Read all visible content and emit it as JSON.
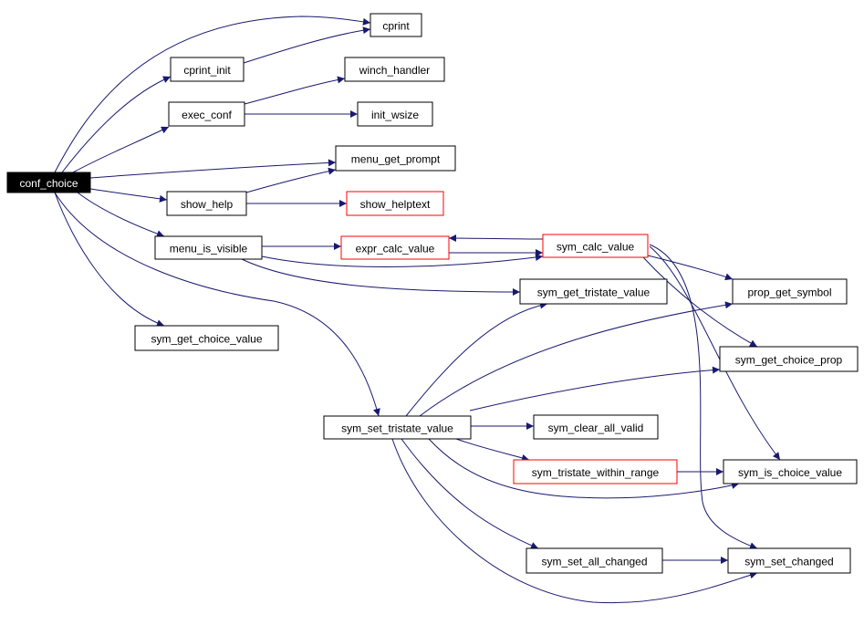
{
  "graph": {
    "edge_color": "#191970",
    "node_border_color": "#000000",
    "truncated_node_border_color": "#ff0000",
    "root_fill_color": "#000000",
    "root_text_color": "#ffffff",
    "nodes": [
      {
        "id": "conf_choice",
        "label": "conf_choice",
        "style": "root"
      },
      {
        "id": "cprint",
        "label": "cprint",
        "style": "normal"
      },
      {
        "id": "cprint_init",
        "label": "cprint_init",
        "style": "normal"
      },
      {
        "id": "winch_handler",
        "label": "winch_handler",
        "style": "normal"
      },
      {
        "id": "exec_conf",
        "label": "exec_conf",
        "style": "normal"
      },
      {
        "id": "init_wsize",
        "label": "init_wsize",
        "style": "normal"
      },
      {
        "id": "menu_get_prompt",
        "label": "menu_get_prompt",
        "style": "normal"
      },
      {
        "id": "show_help",
        "label": "show_help",
        "style": "normal"
      },
      {
        "id": "show_helptext",
        "label": "show_helptext",
        "style": "truncated"
      },
      {
        "id": "menu_is_visible",
        "label": "menu_is_visible",
        "style": "normal"
      },
      {
        "id": "expr_calc_value",
        "label": "expr_calc_value",
        "style": "truncated"
      },
      {
        "id": "sym_calc_value",
        "label": "sym_calc_value",
        "style": "truncated"
      },
      {
        "id": "sym_get_tristate_value",
        "label": "sym_get_tristate_value",
        "style": "normal"
      },
      {
        "id": "prop_get_symbol",
        "label": "prop_get_symbol",
        "style": "normal"
      },
      {
        "id": "sym_get_choice_value",
        "label": "sym_get_choice_value",
        "style": "normal"
      },
      {
        "id": "sym_get_choice_prop",
        "label": "sym_get_choice_prop",
        "style": "normal"
      },
      {
        "id": "sym_set_tristate_value",
        "label": "sym_set_tristate_value",
        "style": "normal"
      },
      {
        "id": "sym_clear_all_valid",
        "label": "sym_clear_all_valid",
        "style": "normal"
      },
      {
        "id": "sym_tristate_within_range",
        "label": "sym_tristate_within_range",
        "style": "truncated"
      },
      {
        "id": "sym_is_choice_value",
        "label": "sym_is_choice_value",
        "style": "normal"
      },
      {
        "id": "sym_set_all_changed",
        "label": "sym_set_all_changed",
        "style": "normal"
      },
      {
        "id": "sym_set_changed",
        "label": "sym_set_changed",
        "style": "normal"
      }
    ],
    "edges": [
      {
        "from": "conf_choice",
        "to": "cprint"
      },
      {
        "from": "conf_choice",
        "to": "cprint_init"
      },
      {
        "from": "cprint_init",
        "to": "cprint"
      },
      {
        "from": "conf_choice",
        "to": "exec_conf"
      },
      {
        "from": "exec_conf",
        "to": "winch_handler"
      },
      {
        "from": "exec_conf",
        "to": "init_wsize"
      },
      {
        "from": "conf_choice",
        "to": "menu_get_prompt"
      },
      {
        "from": "conf_choice",
        "to": "show_help"
      },
      {
        "from": "show_help",
        "to": "menu_get_prompt"
      },
      {
        "from": "show_help",
        "to": "show_helptext"
      },
      {
        "from": "conf_choice",
        "to": "menu_is_visible"
      },
      {
        "from": "menu_is_visible",
        "to": "expr_calc_value"
      },
      {
        "from": "menu_is_visible",
        "to": "sym_calc_value"
      },
      {
        "from": "menu_is_visible",
        "to": "sym_get_tristate_value"
      },
      {
        "from": "expr_calc_value",
        "to": "sym_calc_value"
      },
      {
        "from": "sym_calc_value",
        "to": "expr_calc_value"
      },
      {
        "from": "sym_calc_value",
        "to": "prop_get_symbol"
      },
      {
        "from": "sym_calc_value",
        "to": "sym_get_choice_prop"
      },
      {
        "from": "sym_calc_value",
        "to": "sym_is_choice_value"
      },
      {
        "from": "sym_calc_value",
        "to": "sym_set_changed"
      },
      {
        "from": "conf_choice",
        "to": "sym_get_choice_value"
      },
      {
        "from": "conf_choice",
        "to": "sym_set_tristate_value"
      },
      {
        "from": "sym_set_tristate_value",
        "to": "sym_get_tristate_value"
      },
      {
        "from": "sym_set_tristate_value",
        "to": "prop_get_symbol"
      },
      {
        "from": "sym_set_tristate_value",
        "to": "sym_get_choice_prop"
      },
      {
        "from": "sym_set_tristate_value",
        "to": "sym_clear_all_valid"
      },
      {
        "from": "sym_set_tristate_value",
        "to": "sym_tristate_within_range"
      },
      {
        "from": "sym_set_tristate_value",
        "to": "sym_is_choice_value"
      },
      {
        "from": "sym_set_tristate_value",
        "to": "sym_set_all_changed"
      },
      {
        "from": "sym_set_tristate_value",
        "to": "sym_set_changed"
      },
      {
        "from": "sym_tristate_within_range",
        "to": "sym_is_choice_value"
      },
      {
        "from": "sym_set_all_changed",
        "to": "sym_set_changed"
      }
    ]
  }
}
